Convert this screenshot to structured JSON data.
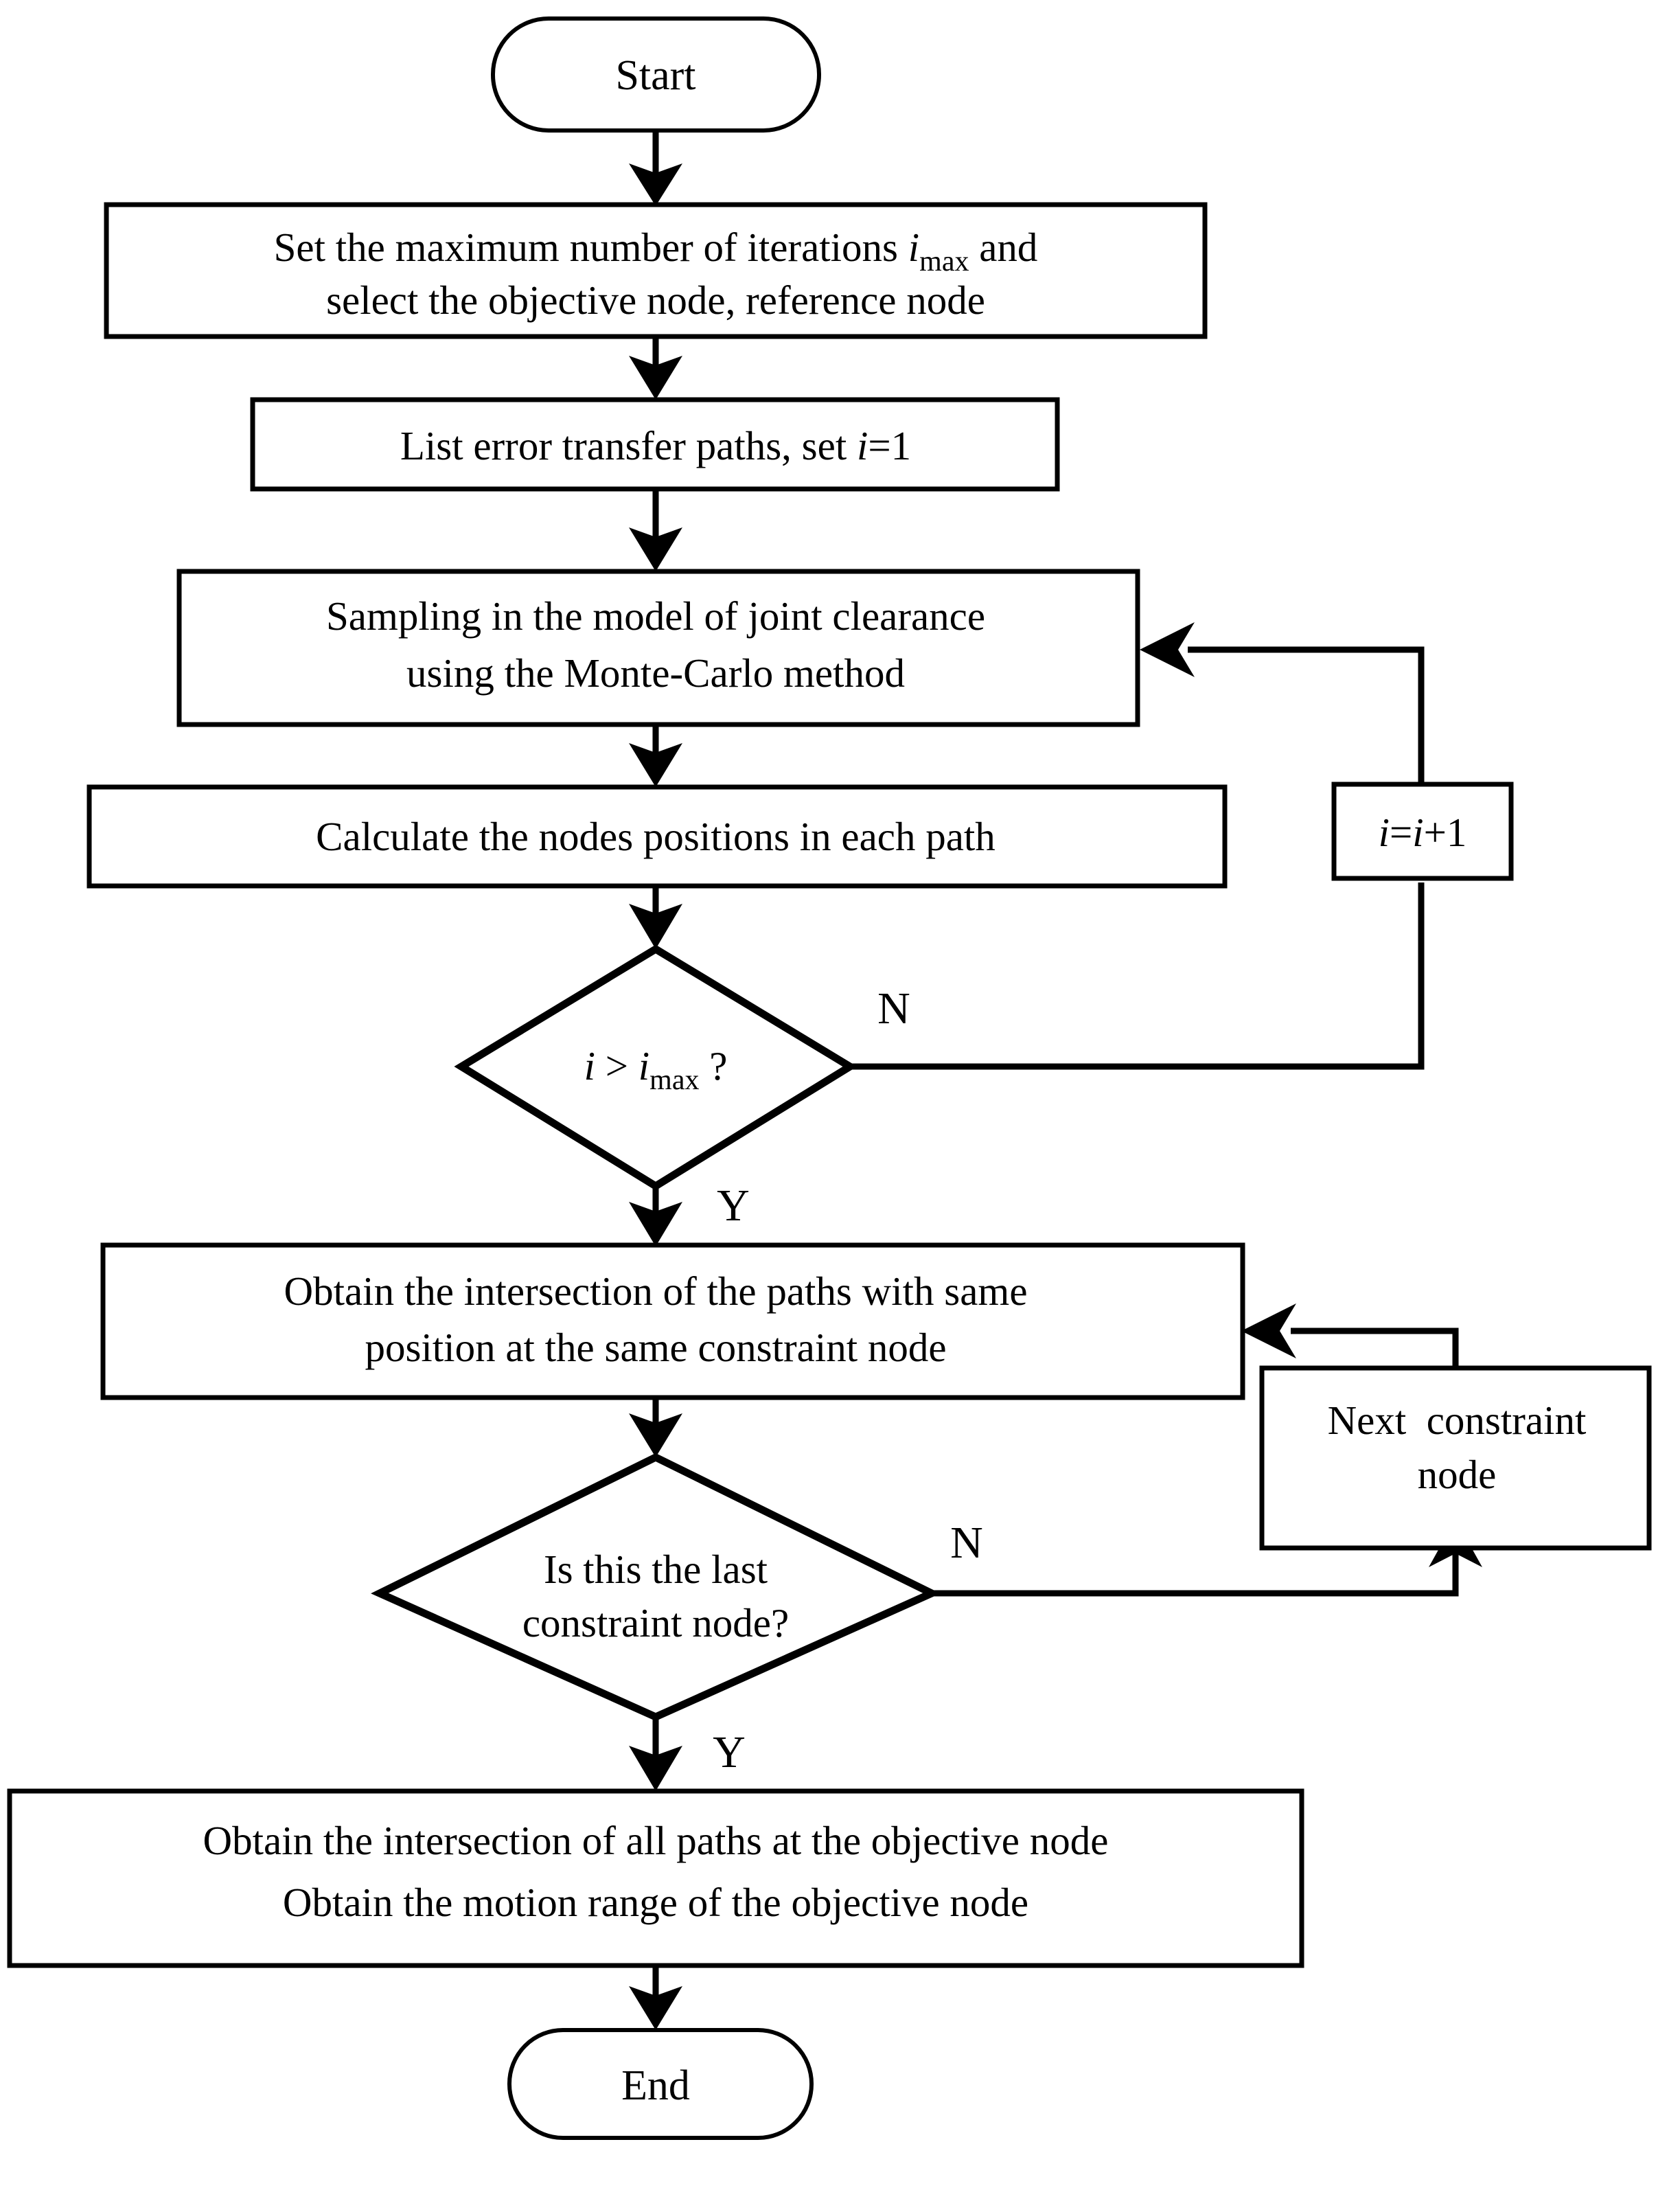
{
  "diagram": {
    "title": "Error transfer path Monte-Carlo analysis flowchart",
    "type": "flowchart",
    "background_color": "#ffffff",
    "line_color": "#000000",
    "text_color": "#000000"
  },
  "nodes": {
    "start": {
      "shape": "terminal",
      "label": "Start"
    },
    "set_max_iter": {
      "shape": "process",
      "line1_a": "Set the maximum number of iterations ",
      "line1_var": "i",
      "line1_sub": "max",
      "line1_b": " and",
      "line2": "select the objective node, reference node"
    },
    "list_paths": {
      "shape": "process",
      "line1_a": "List error transfer paths, set ",
      "line1_var": "i",
      "line1_b": "=1"
    },
    "sampling": {
      "shape": "process",
      "line1": "Sampling in the model of joint clearance",
      "line2": "using the Monte-Carlo method"
    },
    "calculate_positions": {
      "shape": "process",
      "line1": "Calculate the nodes positions in each path"
    },
    "decision_iter": {
      "shape": "decision",
      "var1": "i",
      "op": " > ",
      "var2": "i",
      "sub": "max",
      "tail": " ?"
    },
    "increment": {
      "shape": "process",
      "var1": "i",
      "eq": "=",
      "var2": "i",
      "tail": "+1"
    },
    "obtain_intersection_same": {
      "shape": "process",
      "line1": "Obtain the intersection of the paths with same",
      "line2": "position at the same constraint node"
    },
    "decision_last_node": {
      "shape": "decision",
      "line1": "Is this the last",
      "line2": "constraint node?"
    },
    "next_constraint": {
      "shape": "process",
      "line1": "Next  constraint",
      "line2": "node"
    },
    "obtain_final": {
      "shape": "process",
      "line1": "Obtain the intersection of all paths at the objective node",
      "line2": "Obtain the motion range of the objective node"
    },
    "end": {
      "shape": "terminal",
      "label": "End"
    }
  },
  "branch_labels": {
    "iter_no": "N",
    "iter_yes": "Y",
    "last_node_no": "N",
    "last_node_yes": "Y"
  }
}
